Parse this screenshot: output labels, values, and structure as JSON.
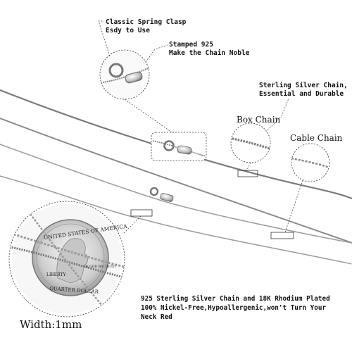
{
  "callouts": {
    "clasp_line1": "Classic Spring Clasp",
    "clasp_line2": "Esdy to Use",
    "stamp_line1": "Stamped 925",
    "stamp_line2": "Make the Chain Noble",
    "sterling_line1": "Sterling Silver Chain,",
    "sterling_line2": "Essential and Durable",
    "box_chain": "Box Chain",
    "cable_chain": "Cable Chain"
  },
  "coin": {
    "top_text": "UNITED STATES OF AMERICA",
    "motto": "IN GOD WE TRUST",
    "liberty": "LIBERTY",
    "bottom_text": "QUARTER DOLLAR"
  },
  "width_label": "Width:1mm",
  "description": {
    "line1": "925 Sterling Silver Chain and 18K Rhodium Plated",
    "line2": "100% Nickel-Free,Hypoallergenic,won't Turn Your",
    "line3": "Neck Red"
  },
  "colors": {
    "chain": "#8a8a8a",
    "chain_dark": "#5a5a5a",
    "text": "#111111"
  }
}
